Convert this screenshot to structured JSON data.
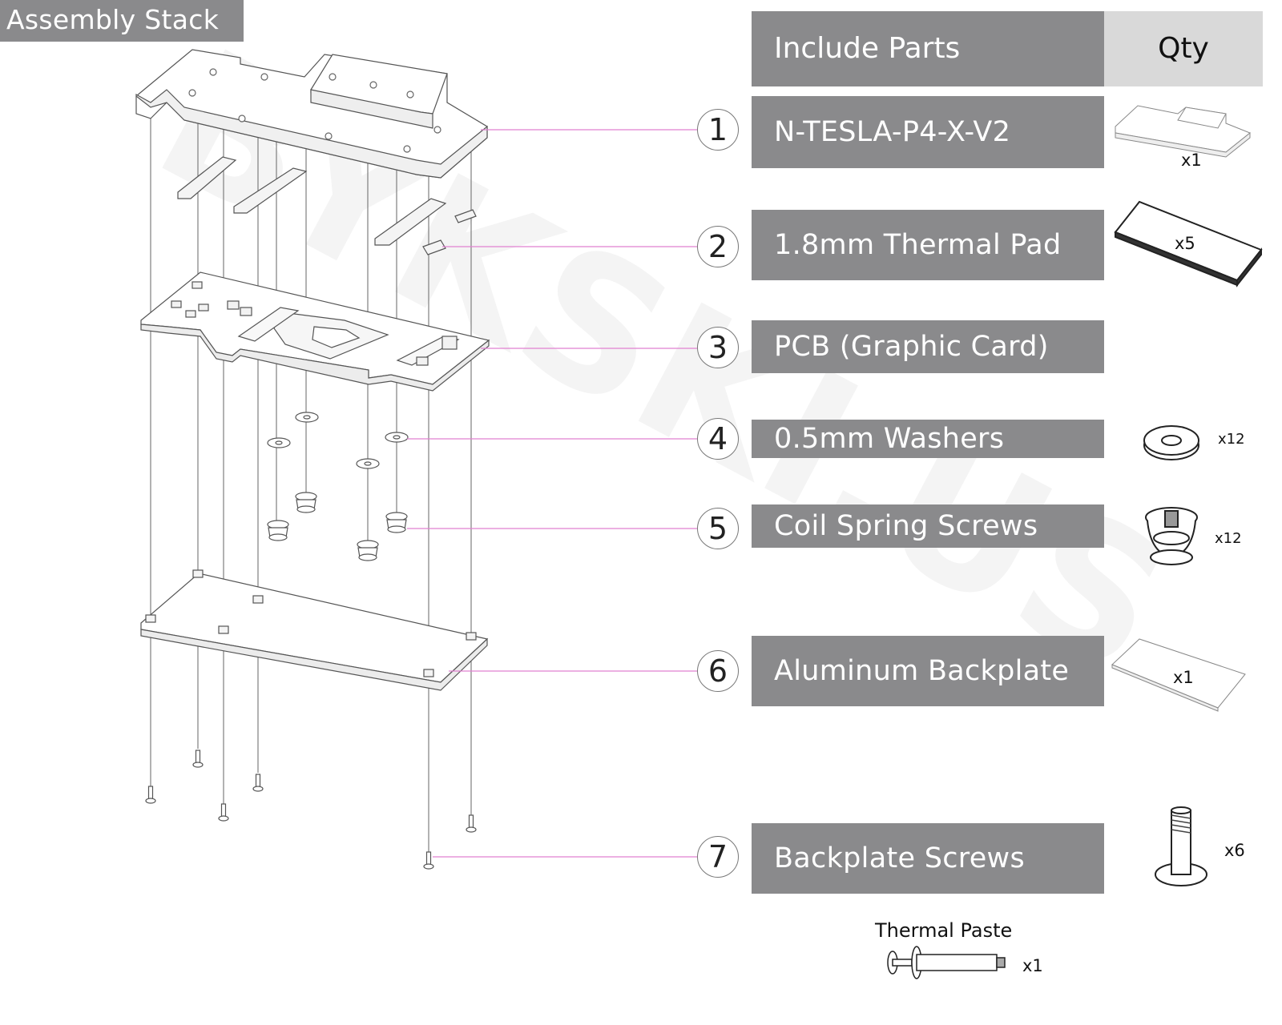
{
  "title": "Assembly Stack",
  "table_header": {
    "parts": "Include Parts",
    "qty": "Qty"
  },
  "parts": [
    {
      "num": "1",
      "name": "N-TESLA-P4-X-V2",
      "qty": "x1"
    },
    {
      "num": "2",
      "name": "1.8mm Thermal Pad",
      "qty": "x5"
    },
    {
      "num": "3",
      "name": "PCB (Graphic Card)",
      "qty": ""
    },
    {
      "num": "4",
      "name": "0.5mm Washers",
      "qty": "x12"
    },
    {
      "num": "5",
      "name": "Coil Spring Screws",
      "qty": "x12"
    },
    {
      "num": "6",
      "name": "Aluminum Backplate",
      "qty": "x1"
    },
    {
      "num": "7",
      "name": "Backplate Screws",
      "qty": "x6"
    }
  ],
  "extra": {
    "label": "Thermal Paste",
    "qty": "x1"
  },
  "watermark": "BYKSKI.US",
  "colors": {
    "label_bg": "#8a8a8c",
    "qty_bg": "#d9d9d9",
    "leader": "#e080d0"
  }
}
